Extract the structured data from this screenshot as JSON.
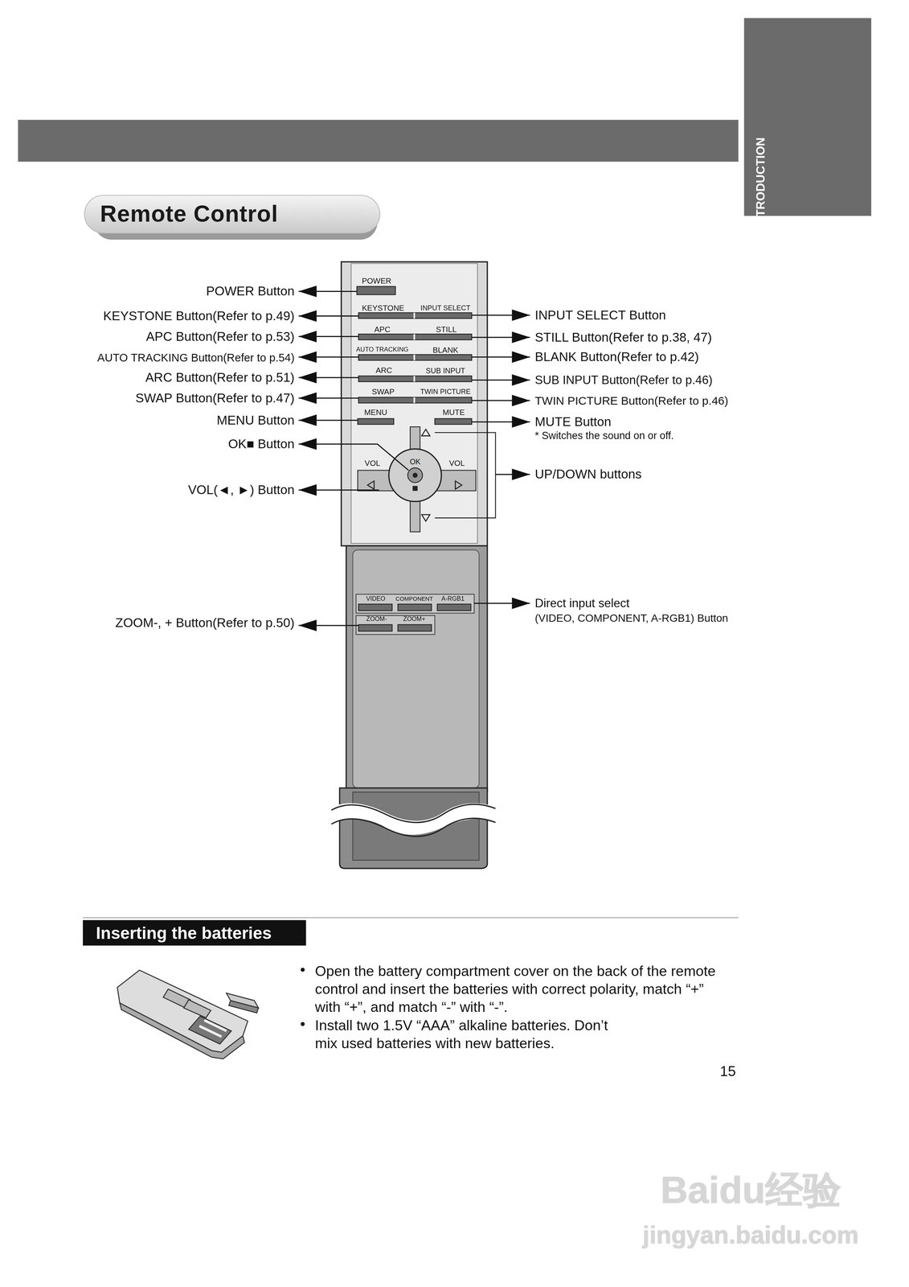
{
  "diagram": {
    "title": "Remote Control",
    "nodes": [
      {
        "text": [
          "INTRODUCTION"
        ]
      },
      {
        "text": [
          "Inserting the batteries"
        ]
      }
    ],
    "labels": [
      "POWER Button",
      "KEYSTONE Button(Refer to p.49)",
      "APC Button(Refer to p.53)",
      "AUTO TRACKING Button(Refer to p.54)",
      "ARC Button(Refer to p.51)",
      "SWAP Button(Refer to p.47)",
      "MENU Button",
      "OK■ Button",
      "VOL(◄, ►) Button",
      "ZOOM-, + Button(Refer to p.50)",
      "INPUT SELECT Button",
      "STILL Button(Refer to p.38, 47)",
      "BLANK Button(Refer to p.42)",
      "SUB INPUT Button(Refer to p.46)",
      "TWIN PICTURE Button(Refer to p.46)",
      "MUTE Button",
      "* Switches the sound on or off.",
      "UP/DOWN buttons",
      "Direct input select",
      "(VIDEO, COMPONENT, A-RGB1) Button",
      "POWER",
      "KEYSTONE",
      "INPUT SELECT",
      "APC",
      "STILL",
      "AUTO TRACKING",
      "BLANK",
      "ARC",
      "SUB INPUT",
      "SWAP",
      "TWIN PICTURE",
      "MENU",
      "MUTE",
      "VOL",
      "OK",
      "VOL",
      "VIDEO",
      "COMPONENT",
      "A-RGB1",
      "ZOOM-",
      "ZOOM+",
      "•",
      "Open the battery compartment cover on the back of the remote control and insert the batteries with correct polarity, match “+” with “+”, and match “-” with “-”.",
      "•",
      "Install two 1.5V “AAA” alkaline batteries. Don’t mix used batteries with new batteries.",
      "15",
      "Baidu经验",
      "jingyan.baidu.com"
    ]
  }
}
